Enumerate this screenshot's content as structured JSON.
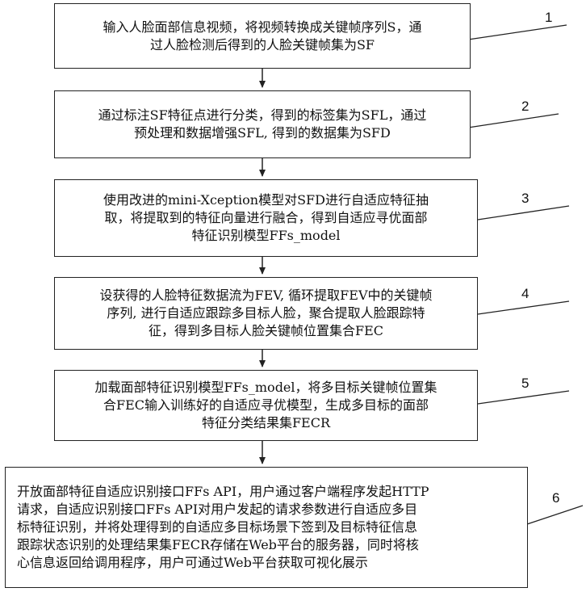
{
  "steps": [
    {
      "number": "1",
      "lines": [
        "输入人脸面部信息视频，将视频转换成关键帧序列S，通",
        "过人脸检测后得到的人脸关键帧集为SF"
      ]
    },
    {
      "number": "2",
      "lines": [
        "通过标注SF特征点进行分类，得到的标签集为SFL，通过",
        "预处理和数据增强SFL, 得到的数据集为SFD"
      ]
    },
    {
      "number": "3",
      "lines": [
        "使用改进的mini-Xception模型对SFD进行自适应特征抽",
        "取，将提取到的特征向量进行融合，得到自适应寻优面部",
        "特征识别模型FFs_model"
      ]
    },
    {
      "number": "4",
      "lines": [
        "设获得的人脸特征数据流为FEV, 循环提取FEV中的关键帧",
        "序列, 进行自适应跟踪多目标人脸，聚合提取人脸跟踪特",
        "征，得到多目标人脸关键帧位置集合FEC"
      ]
    },
    {
      "number": "5",
      "lines": [
        "加载面部特征识别模型FFs_model，将多目标关键帧位置集",
        "合FEC输入训练好的自适应寻优模型，生成多目标的面部",
        "特征分类结果集FECR"
      ]
    },
    {
      "number": "6",
      "lines": [
        "开放面部特征自适应识别接口FFs API，用户通过客户端程序发起HTTP",
        "请求，自适应识别接口FFs API对用户发起的请求参数进行自适应多目",
        "标特征识别，并将处理得到的自适应多目标场景下签到及目标特征信息",
        "跟踪状态识别的处理结果集FECR存储在Web平台的服务器，同时将核",
        "心信息返回给调用程序，用户可通过Web平台获取可视化展示"
      ]
    }
  ]
}
